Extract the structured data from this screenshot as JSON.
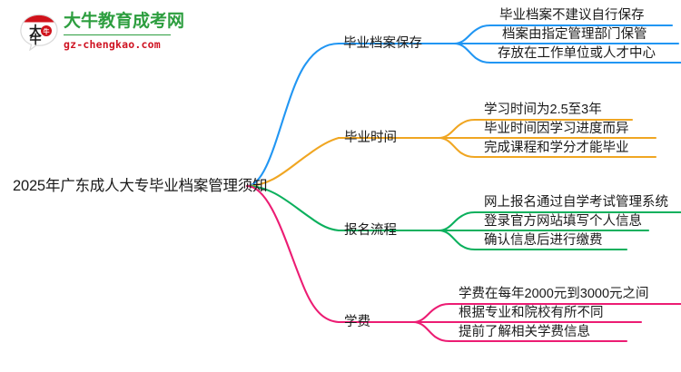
{
  "logo": {
    "name": "大牛教育成考网",
    "domain": "gz-chengkao.com",
    "mark_text": "大牛",
    "brand_green": "#2d9e3f",
    "brand_red": "#cf1322"
  },
  "mindmap": {
    "root": {
      "label": "2025年广东成人大专毕业档案管理须知"
    },
    "branches": [
      {
        "label": "毕业档案保存",
        "color": "#2196f3",
        "children": [
          "毕业档案不建议自行保存",
          "档案由指定管理部门保管",
          "存放在工作单位或人才中心"
        ]
      },
      {
        "label": "毕业时间",
        "color": "#f0a622",
        "children": [
          "学习时间为2.5至3年",
          "毕业时间因学习进度而异",
          "完成课程和学分才能毕业"
        ]
      },
      {
        "label": "报名流程",
        "color": "#0bb05d",
        "children": [
          "网上报名通过自学考试管理系统",
          "登录官方网站填写个人信息",
          "确认信息后进行缴费"
        ]
      },
      {
        "label": "学费",
        "color": "#ec1c73",
        "children": [
          "学费在每年2000元到3000元之间",
          "根据专业和院校有所不同",
          "提前了解相关学费信息"
        ]
      }
    ]
  }
}
